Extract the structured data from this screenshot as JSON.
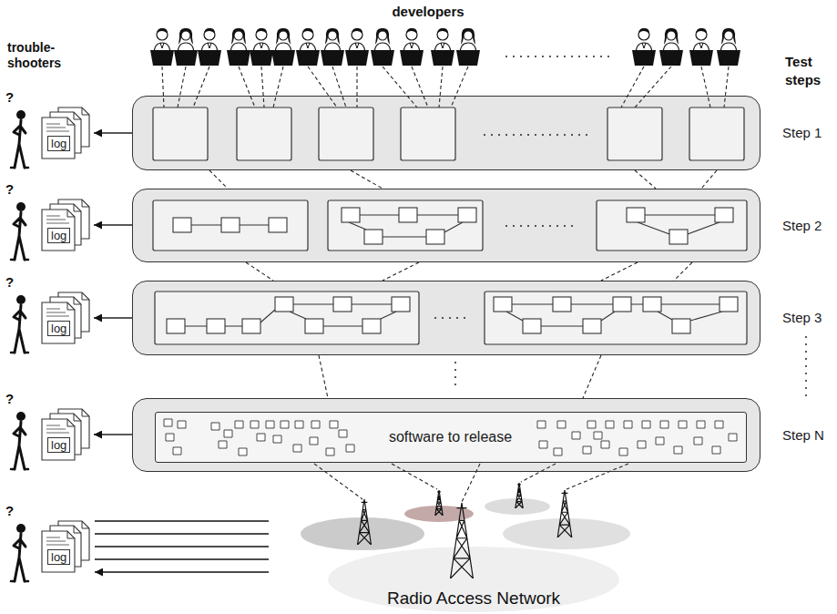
{
  "diagram": {
    "nodes": [
      {
        "text": [
          "log"
        ]
      },
      {
        "text": [
          "Step 1"
        ]
      },
      {
        "text": [
          "log"
        ]
      },
      {
        "text": [
          "Step 2"
        ]
      },
      {
        "text": [
          "log"
        ]
      },
      {
        "text": [
          "Step 3"
        ]
      },
      {
        "text": [
          "log"
        ]
      },
      {
        "text": [
          "Step N"
        ]
      },
      {
        "text": [
          "software to release"
        ],
        "in": 7
      },
      {
        "text": [
          "log"
        ]
      }
    ],
    "edges": [
      {
        "from": 1,
        "to": 3,
        "arrow": "none"
      },
      {
        "from": 1,
        "to": 3,
        "arrow": "none"
      },
      {
        "from": 1,
        "to": 3,
        "arrow": "none"
      },
      {
        "from": 1,
        "to": 3,
        "arrow": "none"
      },
      {
        "from": 3,
        "to": 5,
        "arrow": "none"
      },
      {
        "from": 3,
        "to": 5,
        "arrow": "none"
      },
      {
        "from": 3,
        "to": 5,
        "arrow": "none"
      },
      {
        "from": 3,
        "to": 5,
        "arrow": "none"
      },
      {
        "from": 5,
        "to": 7,
        "arrow": "none"
      },
      {
        "from": 5,
        "to": 7,
        "arrow": "none"
      },
      {
        "from": 1,
        "to": 0,
        "arrow": "to"
      },
      {
        "from": 3,
        "to": 2,
        "arrow": "to"
      },
      {
        "from": 5,
        "to": 4,
        "arrow": "to"
      },
      {
        "from": 7,
        "to": 6,
        "arrow": "to"
      }
    ],
    "labels": [
      "developers",
      "trouble- shooters",
      "Test steps",
      "?",
      "?",
      "?",
      "?",
      "?",
      "Radio Access Network"
    ]
  }
}
